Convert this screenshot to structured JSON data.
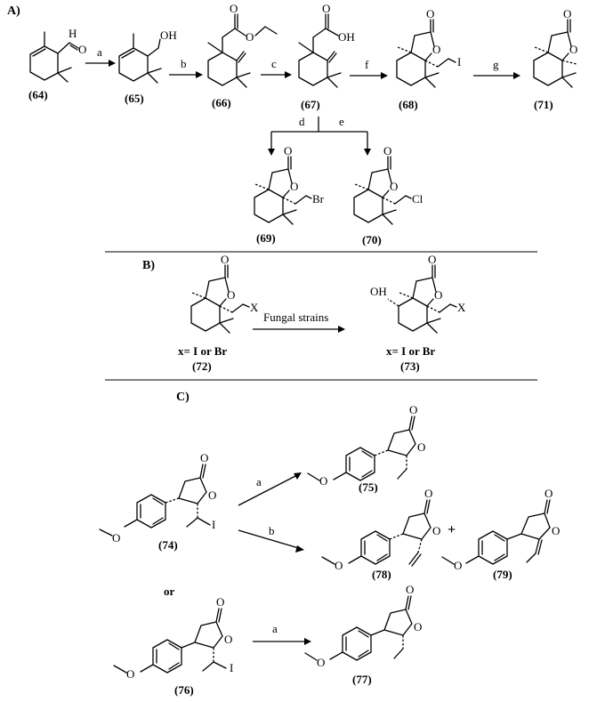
{
  "sections": {
    "a": "A)",
    "b": "B)",
    "c": "C)"
  },
  "compounds": {
    "c64": "(64)",
    "c65": "(65)",
    "c66": "(66)",
    "c67": "(67)",
    "c68": "(68)",
    "c71": "(71)",
    "c69": "(69)",
    "c70": "(70)",
    "c72": "(72)",
    "c73": "(73)",
    "c74": "(74)",
    "c75": "(75)",
    "c78": "(78)",
    "c79": "(79)",
    "c76": "(76)",
    "c77": "(77)"
  },
  "reagents": {
    "a": "a",
    "b": "b",
    "c": "c",
    "f": "f",
    "g": "g",
    "d": "d",
    "e": "e",
    "fungal": "Fungal strains",
    "c_a": "a",
    "c_b": "b",
    "c_a2": "a"
  },
  "substituents": {
    "x72": "x= I or Br",
    "x73": "x= I or Br"
  },
  "connectors": {
    "plus": "+",
    "or": "or"
  },
  "atoms": {
    "H": "H",
    "O": "O",
    "OH": "OH",
    "I": "I",
    "Br": "Br",
    "Cl": "Cl",
    "X": "X"
  }
}
